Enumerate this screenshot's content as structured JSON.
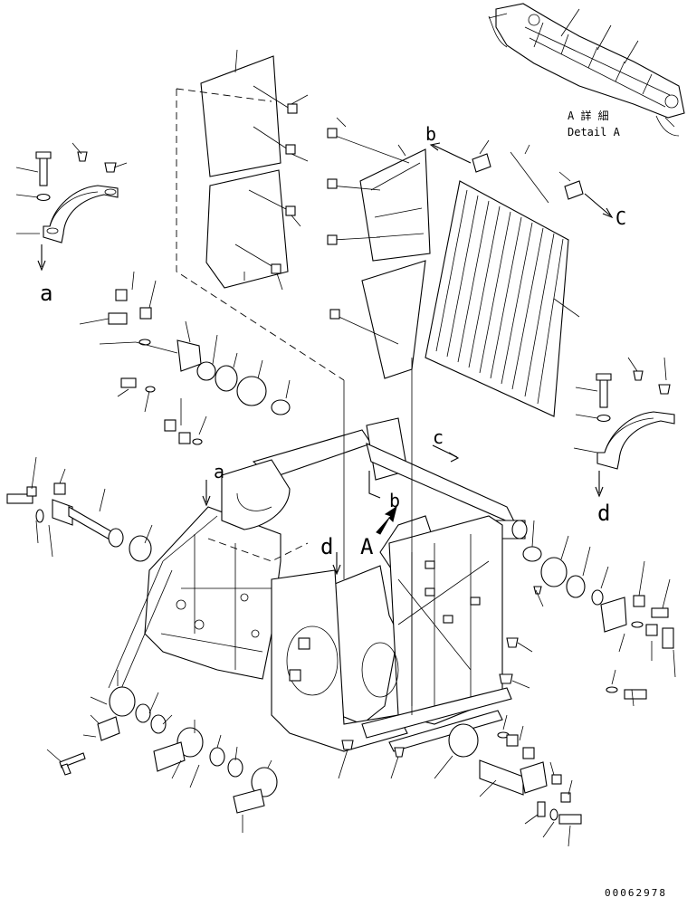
{
  "labels": {
    "a_top": "a",
    "a_frame": "a",
    "b_right": "b",
    "b_frame": "b",
    "c_right": "C",
    "c_frame": "c",
    "d_right": "d",
    "d_frame": "d",
    "A_main": "A"
  },
  "detail": {
    "line1": "A 詳 細",
    "line2": "Detail A"
  },
  "doc_number": "00062978"
}
